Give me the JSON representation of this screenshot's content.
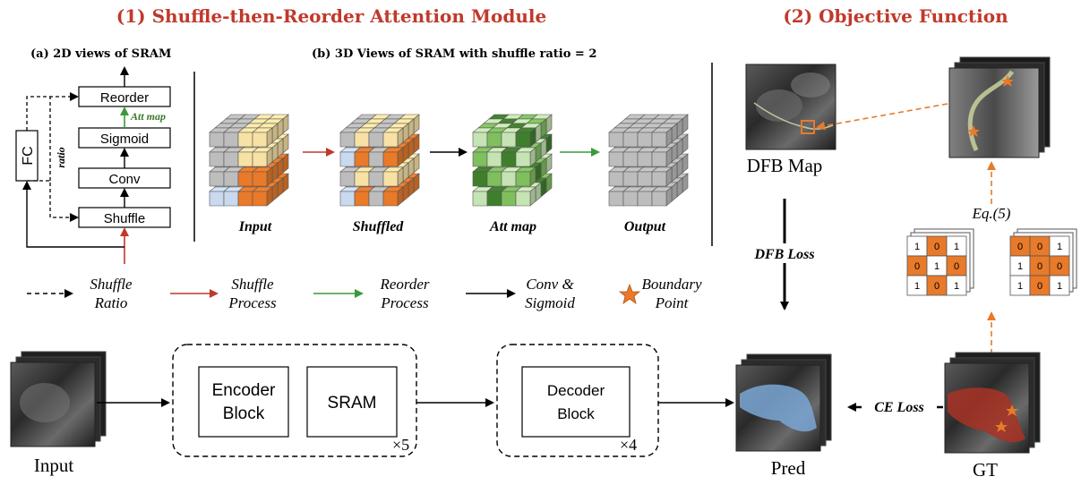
{
  "titles": {
    "left": "(1) Shuffle-then-Reorder Attention Module",
    "right": "(2) Objective Function"
  },
  "panel_a": {
    "title": "(a) 2D views of SRAM",
    "fc": "FC",
    "ratio": "ratio",
    "reorder": "Reorder",
    "att_map": "Att map",
    "sigmoid": "Sigmoid",
    "conv": "Conv",
    "shuffle": "Shuffle"
  },
  "panel_b": {
    "title": "(b) 3D Views of SRAM with shuffle ratio = 2",
    "labels": [
      "Input",
      "Shuffled",
      "Att map",
      "Output"
    ]
  },
  "legend": {
    "shuffle_ratio": [
      "Shuffle",
      "Ratio"
    ],
    "shuffle_process": [
      "Shuffle",
      "Process"
    ],
    "reorder_process": [
      "Reorder",
      "Process"
    ],
    "conv_sigmoid": [
      "Conv &",
      "Sigmoid"
    ],
    "boundary_point": [
      "Boundary",
      "Point"
    ]
  },
  "pipeline": {
    "input": "Input",
    "encoder": [
      "Encoder",
      "Block"
    ],
    "sram": "SRAM",
    "times5": "×5",
    "decoder": [
      "Decoder",
      "Block"
    ],
    "times4": "×4",
    "pred": "Pred",
    "gt": "GT",
    "ce_loss": "CE Loss"
  },
  "objective": {
    "dfb_map": "DFB Map",
    "dfb_loss": "DFB Loss",
    "eq": "Eq.(5)",
    "grid_left": [
      [
        "1",
        "0",
        "1"
      ],
      [
        "0",
        "1",
        "0"
      ],
      [
        "1",
        "0",
        "1"
      ]
    ],
    "grid_right": [
      [
        "0",
        "0",
        "1"
      ],
      [
        "1",
        "0",
        "0"
      ],
      [
        "1",
        "0",
        "1"
      ]
    ]
  },
  "colors": {
    "title_red": "#c0392b",
    "orange": "#e87a2a",
    "yellow": "#f7e1a4",
    "blue": "#c9d9ee",
    "green_light": "#c6e3b3",
    "green_mid": "#7fbf5e",
    "green_dark": "#3f7f2c",
    "gray": "#bdbdbd",
    "red_arrow": "#c0392b",
    "green_arrow": "#3a9a3a"
  }
}
